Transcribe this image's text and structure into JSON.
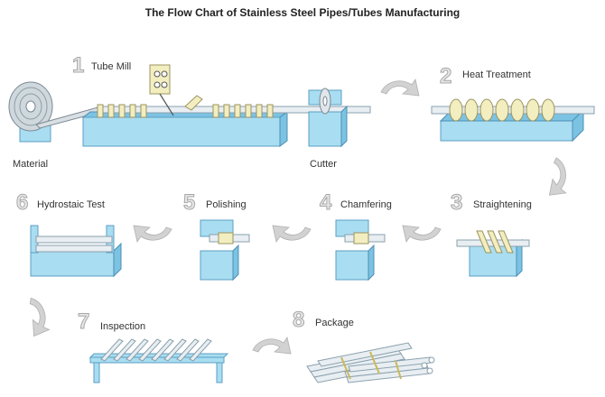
{
  "title": "The Flow Chart of Stainless Steel Pipes/Tubes Manufacturing",
  "steps": [
    {
      "number": "1",
      "label": "Tube Mill"
    },
    {
      "number": "2",
      "label": "Heat Treatment"
    },
    {
      "number": "3",
      "label": "Straightening"
    },
    {
      "number": "4",
      "label": "Chamfering"
    },
    {
      "number": "5",
      "label": "Polishing"
    },
    {
      "number": "6",
      "label": "Hydrostaic Test"
    },
    {
      "number": "7",
      "label": "Inspection"
    },
    {
      "number": "8",
      "label": "Package"
    }
  ],
  "labels": {
    "material": "Material",
    "cutter": "Cutter"
  },
  "colors": {
    "machine": "#a9ddf1",
    "machine_edge": "#5c9fc4",
    "arrow": "#d2d2d2",
    "roller": "#f3eec0"
  }
}
